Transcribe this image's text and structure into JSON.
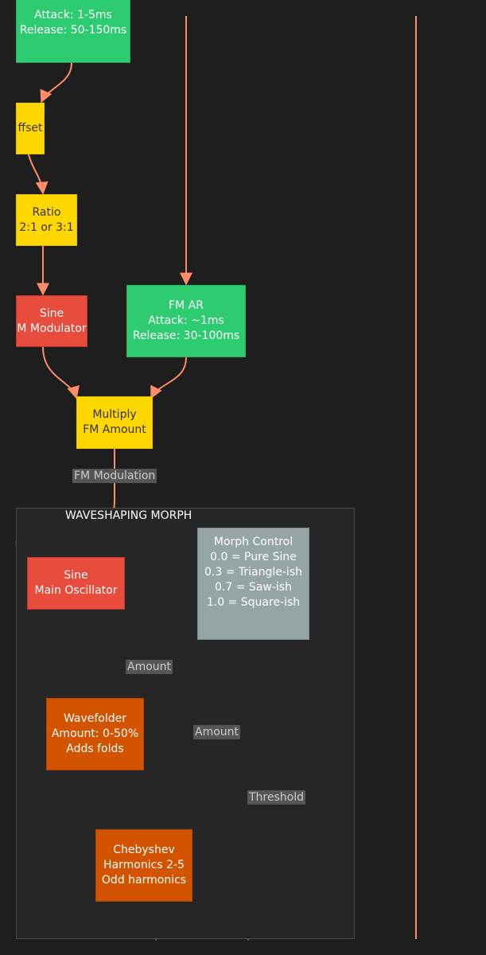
{
  "subgraph": {
    "title": "WAVESHAPING MORPH"
  },
  "nodes": {
    "carrier_ar": [
      "Attack: 1-5ms",
      "Release: 50-150ms"
    ],
    "offset": [
      "ffset"
    ],
    "ratio": [
      "Ratio",
      "2:1 or 3:1"
    ],
    "fm_modulator": [
      "Sine",
      "M Modulator"
    ],
    "fm_ar": [
      "FM AR",
      "Attack: ~1ms",
      "Release: 30-100ms"
    ],
    "multiply": [
      "Multiply",
      "FM Amount"
    ],
    "main_osc": [
      "Sine",
      "Main Oscillator"
    ],
    "morph_control": [
      "Morph Control",
      "0.0 = Pure Sine",
      "0.3 = Triangle-ish",
      "0.7 = Saw-ish",
      "1.0 = Square-ish"
    ],
    "wavefolder": [
      "Wavefolder",
      "Amount: 0-50%",
      "Adds folds"
    ],
    "chebyshev": [
      "Chebyshev",
      "Harmonics 2-5",
      "Odd harmonics"
    ]
  },
  "edge_labels": {
    "fm_modulation": "FM Modulation",
    "amount_1": "Amount",
    "amount_2": "Amount",
    "threshold": "Threshold"
  },
  "colors": {
    "background": "#1e1e1e",
    "edge": "#ff8c69",
    "green": "#2ecc71",
    "yellow": "#ffd700",
    "red": "#e74c3c",
    "orange": "#d35400",
    "gray": "#95a5a6"
  }
}
